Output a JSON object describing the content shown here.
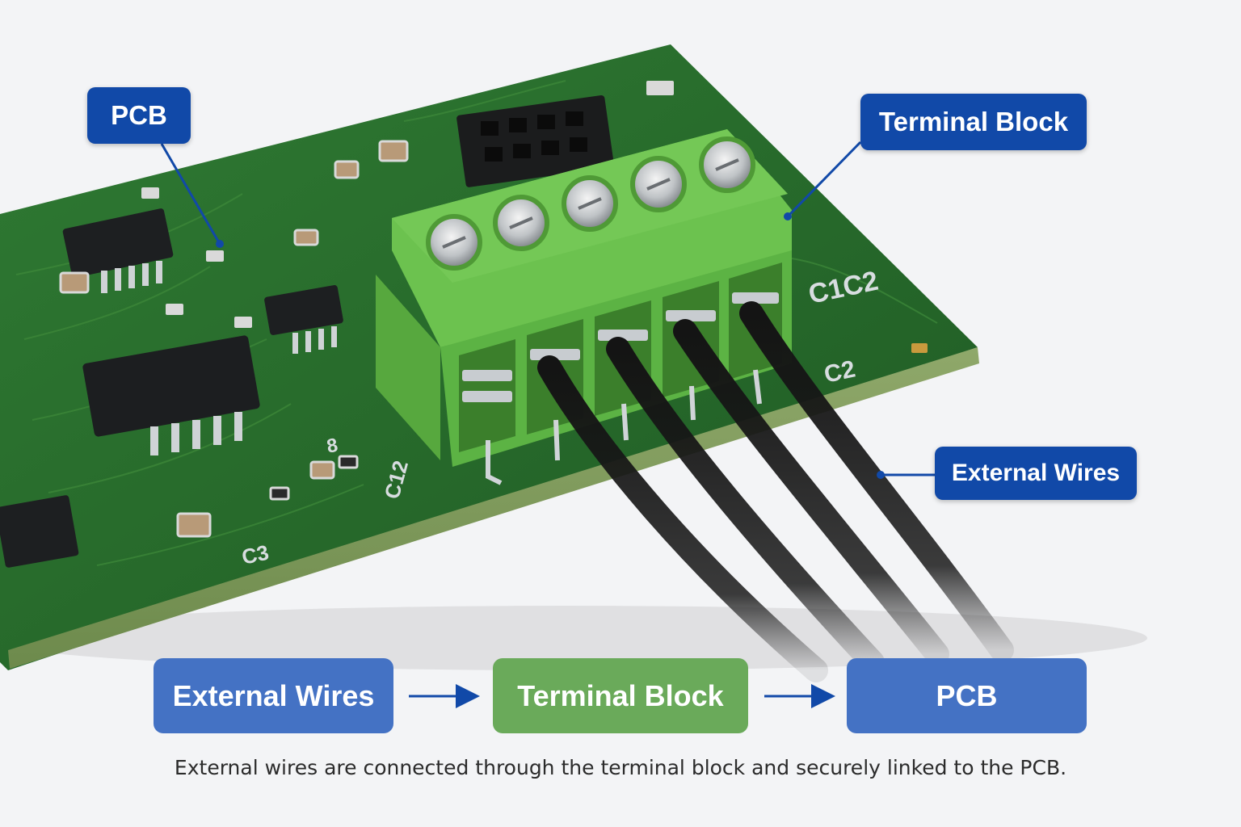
{
  "callouts": {
    "pcb": "PCB",
    "terminal_block": "Terminal Block",
    "external_wires": "External Wires"
  },
  "flow": {
    "steps": [
      "External Wires",
      "Terminal Block",
      "PCB"
    ]
  },
  "board_markings": {
    "right_top": "C1C2",
    "right_bottom": "C2",
    "left_c3": "C3",
    "left_c12": "C12",
    "left_r8": "8"
  },
  "caption": "External wires are connected through the terminal block and securely linked to the PCB.",
  "colors": {
    "callout_blue": "#1149a8",
    "flow_blue": "#4472c4",
    "flow_green": "#6aaa5a",
    "pcb_green": "#2e6b2e",
    "terminal_green": "#5cb344",
    "wire_black": "#141414",
    "arrow_blue": "#1149a8"
  }
}
